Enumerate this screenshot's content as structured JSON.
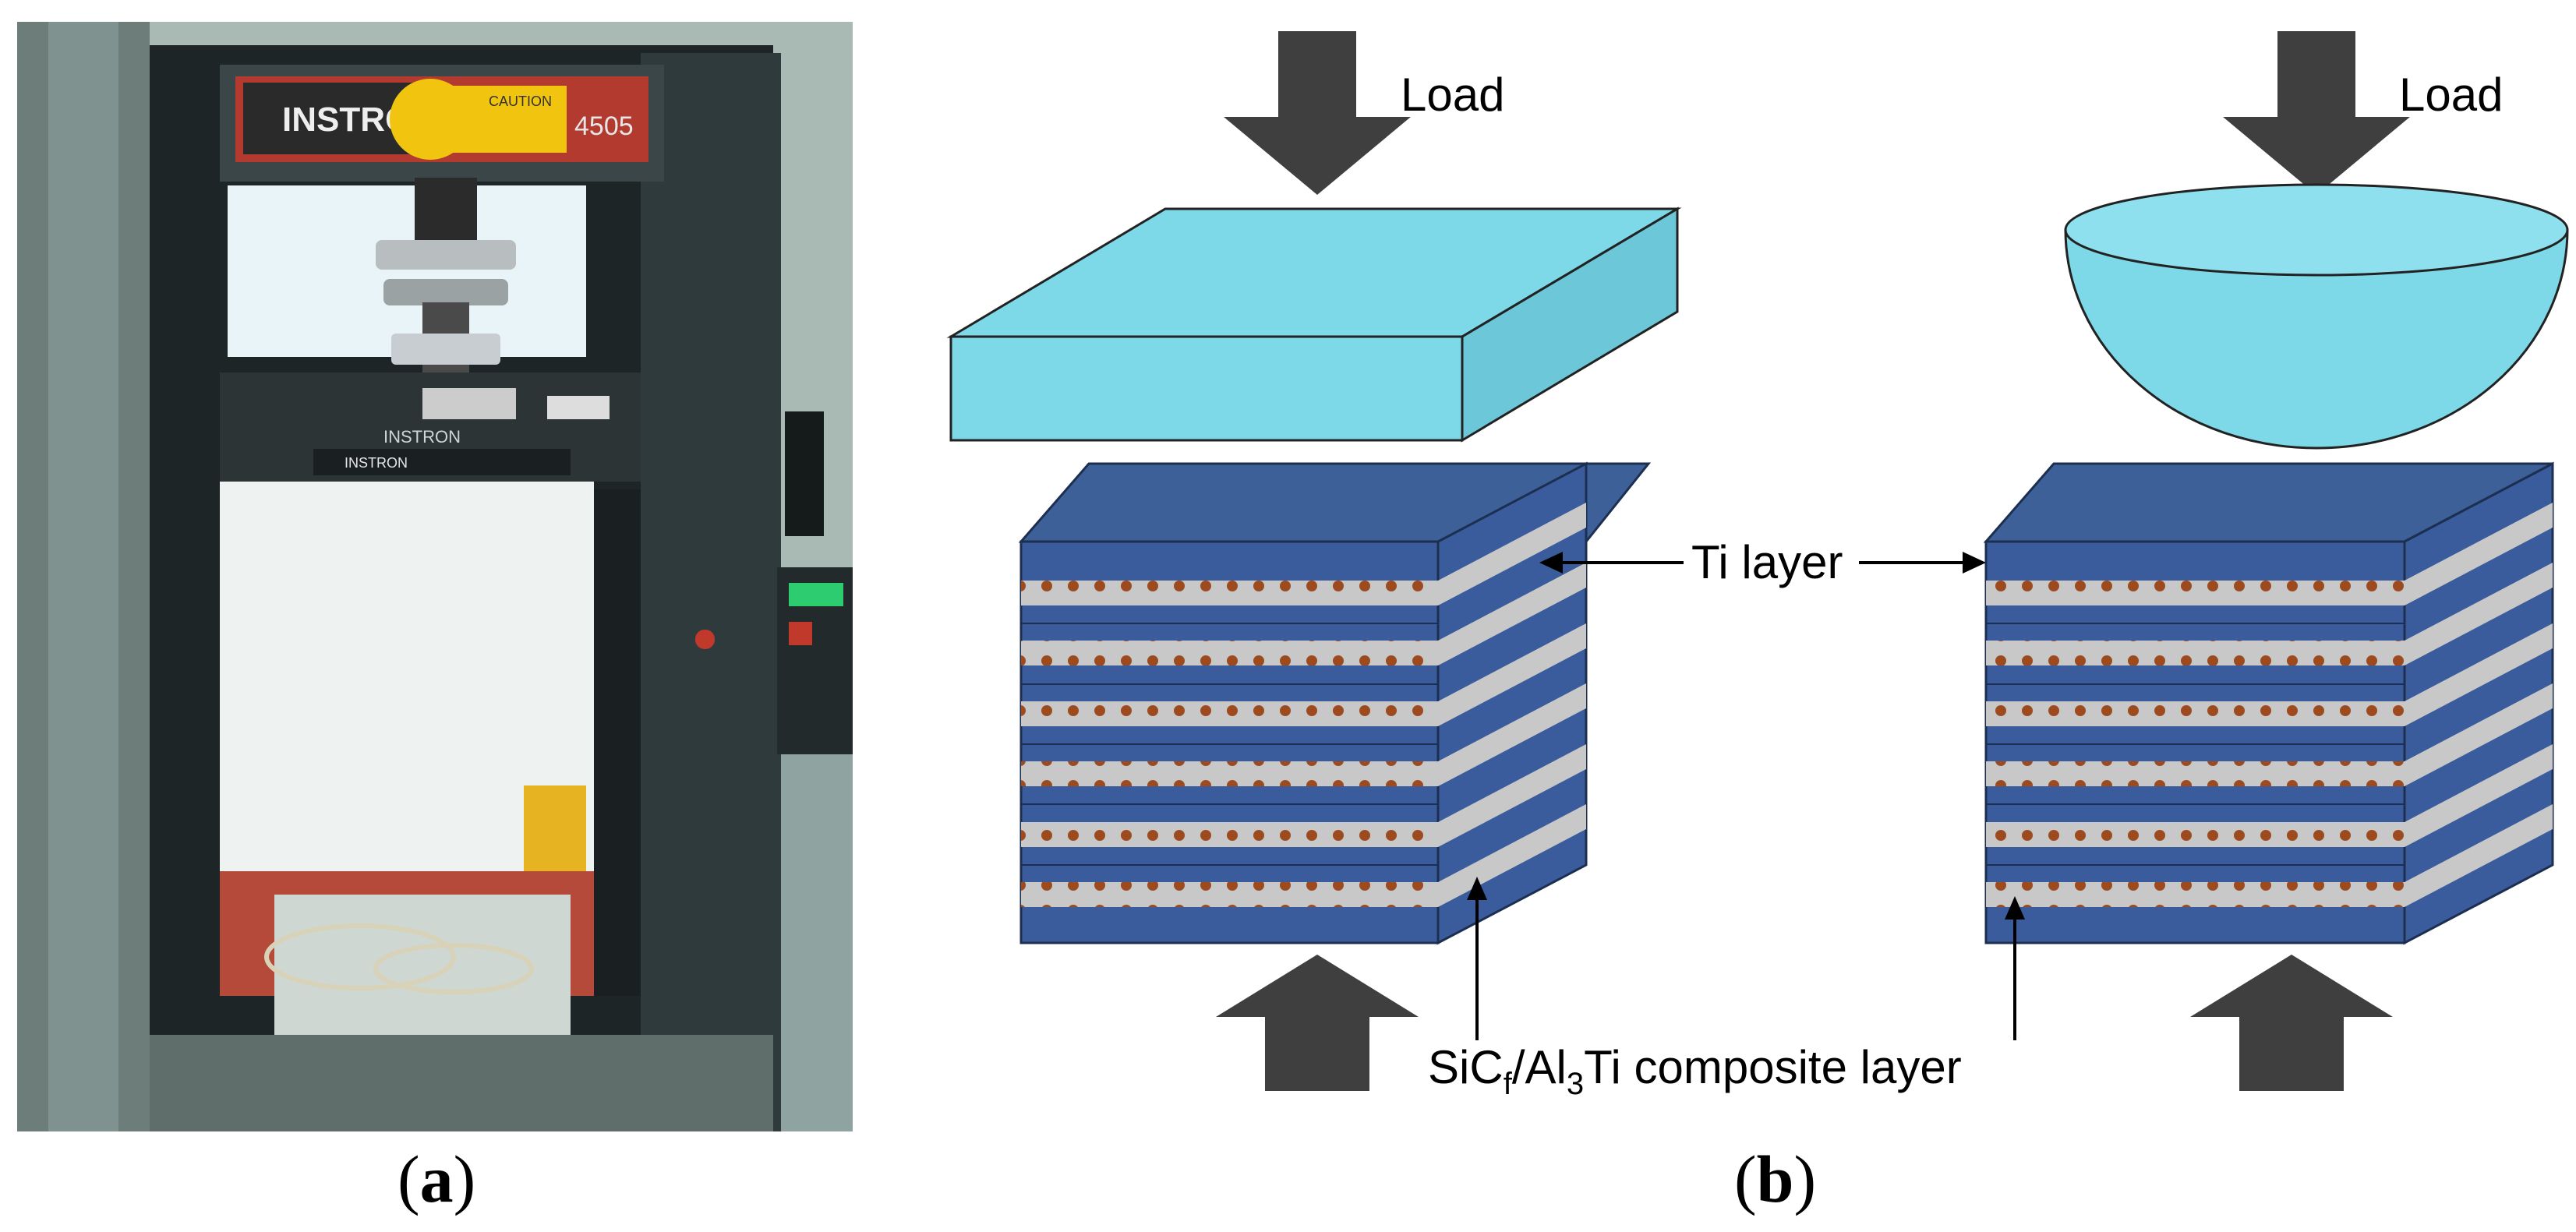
{
  "panel_a": {
    "caption_open": "(",
    "caption_letter": "a",
    "caption_close": ")",
    "machine": {
      "brand_top": "INSTRON",
      "model": "4505",
      "caution": "CAUTION",
      "crosshead_brand": "INSTRON",
      "load_cell_brand": "INSTRON"
    }
  },
  "panel_b": {
    "caption_open": "(",
    "caption_letter": "b",
    "caption_close": ")",
    "load_left": "Load",
    "load_right": "Load",
    "ti_layer_label": "Ti layer",
    "composite_prefix": "SiC",
    "composite_sub1": "f",
    "composite_mid": "/Al",
    "composite_sub2": "3",
    "composite_suffix": "Ti composite layer"
  },
  "colors": {
    "platen": "#7dd8e8",
    "layer_blue": "#3a5c9c",
    "ti_gray": "#c8c8c8",
    "fiber": "#9c4a1e",
    "arrow": "#3f3f3f"
  }
}
